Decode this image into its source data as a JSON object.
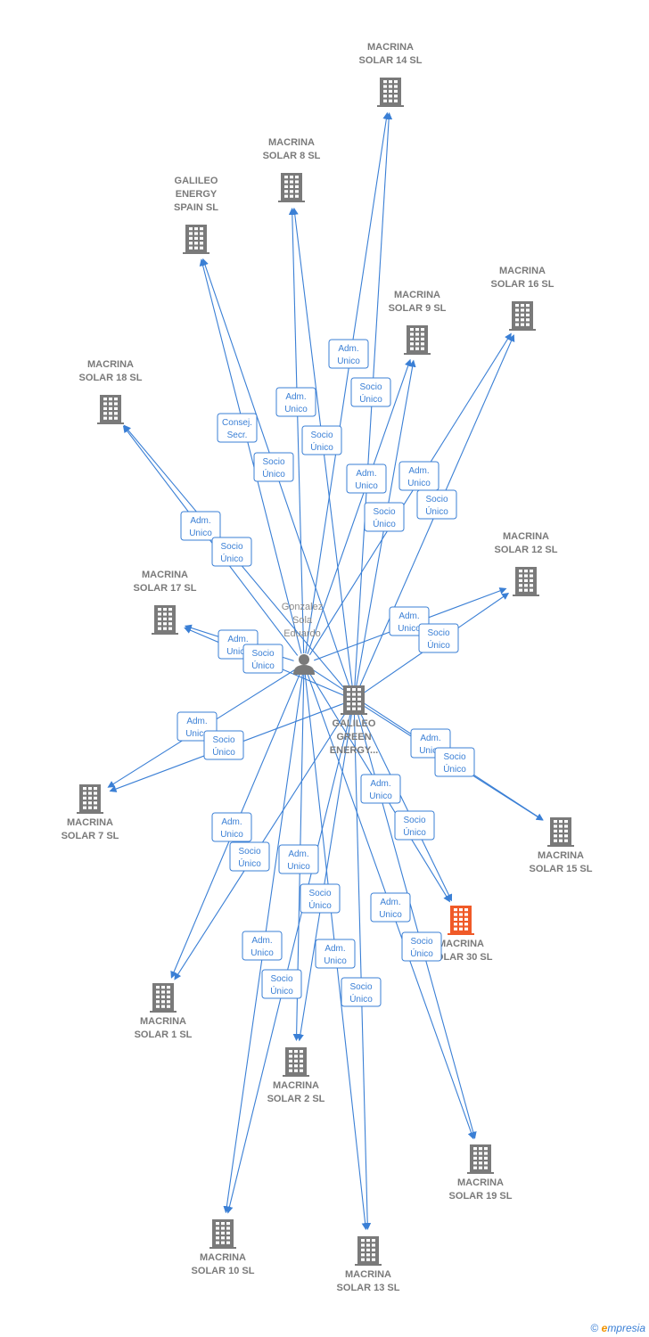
{
  "colors": {
    "edge": "#3a7fd5",
    "building": "#7a7a7a",
    "highlight": "#f05a28"
  },
  "person": {
    "name": [
      "Gonzalez",
      "Sola",
      "Eduardo"
    ],
    "icon": "person-icon"
  },
  "nodes": [
    {
      "id": "center",
      "label": [
        "GALILEO",
        "GREEN",
        "ENERGY..."
      ],
      "icon": "building-icon"
    },
    {
      "id": "s14",
      "label": [
        "MACRINA",
        "SOLAR 14  SL"
      ],
      "icon": "building-icon"
    },
    {
      "id": "s8",
      "label": [
        "MACRINA",
        "SOLAR 8  SL"
      ],
      "icon": "building-icon"
    },
    {
      "id": "gesp",
      "label": [
        "GALILEO",
        "ENERGY",
        "SPAIN  SL"
      ],
      "icon": "building-icon"
    },
    {
      "id": "s16",
      "label": [
        "MACRINA",
        "SOLAR 16  SL"
      ],
      "icon": "building-icon"
    },
    {
      "id": "s9",
      "label": [
        "MACRINA",
        "SOLAR 9  SL"
      ],
      "icon": "building-icon"
    },
    {
      "id": "s18",
      "label": [
        "MACRINA",
        "SOLAR 18  SL"
      ],
      "icon": "building-icon"
    },
    {
      "id": "s12",
      "label": [
        "MACRINA",
        "SOLAR 12  SL"
      ],
      "icon": "building-icon"
    },
    {
      "id": "s17",
      "label": [
        "MACRINA",
        "SOLAR 17  SL"
      ],
      "icon": "building-icon"
    },
    {
      "id": "s7",
      "label": [
        "MACRINA",
        "SOLAR 7  SL"
      ],
      "icon": "building-icon"
    },
    {
      "id": "s15",
      "label": [
        "MACRINA",
        "SOLAR 15  SL"
      ],
      "icon": "building-icon"
    },
    {
      "id": "s30",
      "label": [
        "MACRINA",
        "SOLAR 30  SL"
      ],
      "icon": "building-icon",
      "highlight": true
    },
    {
      "id": "s1",
      "label": [
        "MACRINA",
        "SOLAR 1  SL"
      ],
      "icon": "building-icon"
    },
    {
      "id": "s2",
      "label": [
        "MACRINA",
        "SOLAR 2  SL"
      ],
      "icon": "building-icon"
    },
    {
      "id": "s19",
      "label": [
        "MACRINA",
        "SOLAR 19  SL"
      ],
      "icon": "building-icon"
    },
    {
      "id": "s10",
      "label": [
        "MACRINA",
        "SOLAR 10  SL"
      ],
      "icon": "building-icon"
    },
    {
      "id": "s13",
      "label": [
        "MACRINA",
        "SOLAR 13  SL"
      ],
      "icon": "building-icon"
    }
  ],
  "edges": [
    {
      "from": "person",
      "to": "s14",
      "label": [
        "Adm.",
        "Unico"
      ]
    },
    {
      "from": "center",
      "to": "s14",
      "label": [
        "Socio",
        "Único"
      ]
    },
    {
      "from": "person",
      "to": "s8",
      "label": [
        "Adm.",
        "Unico"
      ]
    },
    {
      "from": "center",
      "to": "s8",
      "label": [
        "Socio",
        "Único"
      ]
    },
    {
      "from": "person",
      "to": "gesp",
      "label": [
        "Consej.",
        "Secr."
      ]
    },
    {
      "from": "center",
      "to": "gesp",
      "label": [
        "Socio",
        "Único"
      ]
    },
    {
      "from": "person",
      "to": "s9",
      "label": [
        "Adm.",
        "Unico"
      ]
    },
    {
      "from": "center",
      "to": "s9",
      "label": [
        "Socio",
        "Único"
      ]
    },
    {
      "from": "person",
      "to": "s16",
      "label": [
        "Adm.",
        "Unico"
      ]
    },
    {
      "from": "center",
      "to": "s16",
      "label": [
        "Socio",
        "Único"
      ]
    },
    {
      "from": "person",
      "to": "s18",
      "label": [
        "Adm.",
        "Unico"
      ]
    },
    {
      "from": "center",
      "to": "s18",
      "label": [
        "Socio",
        "Único"
      ]
    },
    {
      "from": "person",
      "to": "s12",
      "label": [
        "Adm.",
        "Unico"
      ]
    },
    {
      "from": "center",
      "to": "s12",
      "label": [
        "Socio",
        "Único"
      ]
    },
    {
      "from": "person",
      "to": "s17",
      "label": [
        "Adm.",
        "Unico"
      ]
    },
    {
      "from": "center",
      "to": "s17",
      "label": [
        "Socio",
        "Único"
      ]
    },
    {
      "from": "person",
      "to": "s7",
      "label": [
        "Adm.",
        "Unico"
      ]
    },
    {
      "from": "center",
      "to": "s7",
      "label": [
        "Socio",
        "Único"
      ]
    },
    {
      "from": "person",
      "to": "s15",
      "label": [
        "Adm.",
        "Unico"
      ]
    },
    {
      "from": "center",
      "to": "s15",
      "label": [
        "Socio",
        "Único"
      ]
    },
    {
      "from": "person",
      "to": "s30",
      "label": [
        "Adm.",
        "Unico"
      ]
    },
    {
      "from": "center",
      "to": "s30",
      "label": [
        "Socio",
        "Único"
      ]
    },
    {
      "from": "person",
      "to": "s1",
      "label": [
        "Adm.",
        "Unico"
      ]
    },
    {
      "from": "center",
      "to": "s1",
      "label": [
        "Socio",
        "Único"
      ]
    },
    {
      "from": "person",
      "to": "s2",
      "label": [
        "Adm.",
        "Unico"
      ]
    },
    {
      "from": "center",
      "to": "s2",
      "label": [
        "Socio",
        "Único"
      ]
    },
    {
      "from": "person",
      "to": "s10",
      "label": [
        "Adm.",
        "Unico"
      ]
    },
    {
      "from": "center",
      "to": "s10",
      "label": [
        "Socio",
        "Único"
      ]
    },
    {
      "from": "person",
      "to": "s13",
      "label": [
        "Adm.",
        "Unico"
      ]
    },
    {
      "from": "center",
      "to": "s13",
      "label": [
        "Socio",
        "Único"
      ]
    },
    {
      "from": "person",
      "to": "s19",
      "label": [
        "Adm.",
        "Unico"
      ]
    },
    {
      "from": "center",
      "to": "s19",
      "label": [
        "Socio",
        "Único"
      ]
    }
  ],
  "brand": {
    "copyright": "©",
    "first_letter": "e",
    "rest": "mpresia"
  }
}
